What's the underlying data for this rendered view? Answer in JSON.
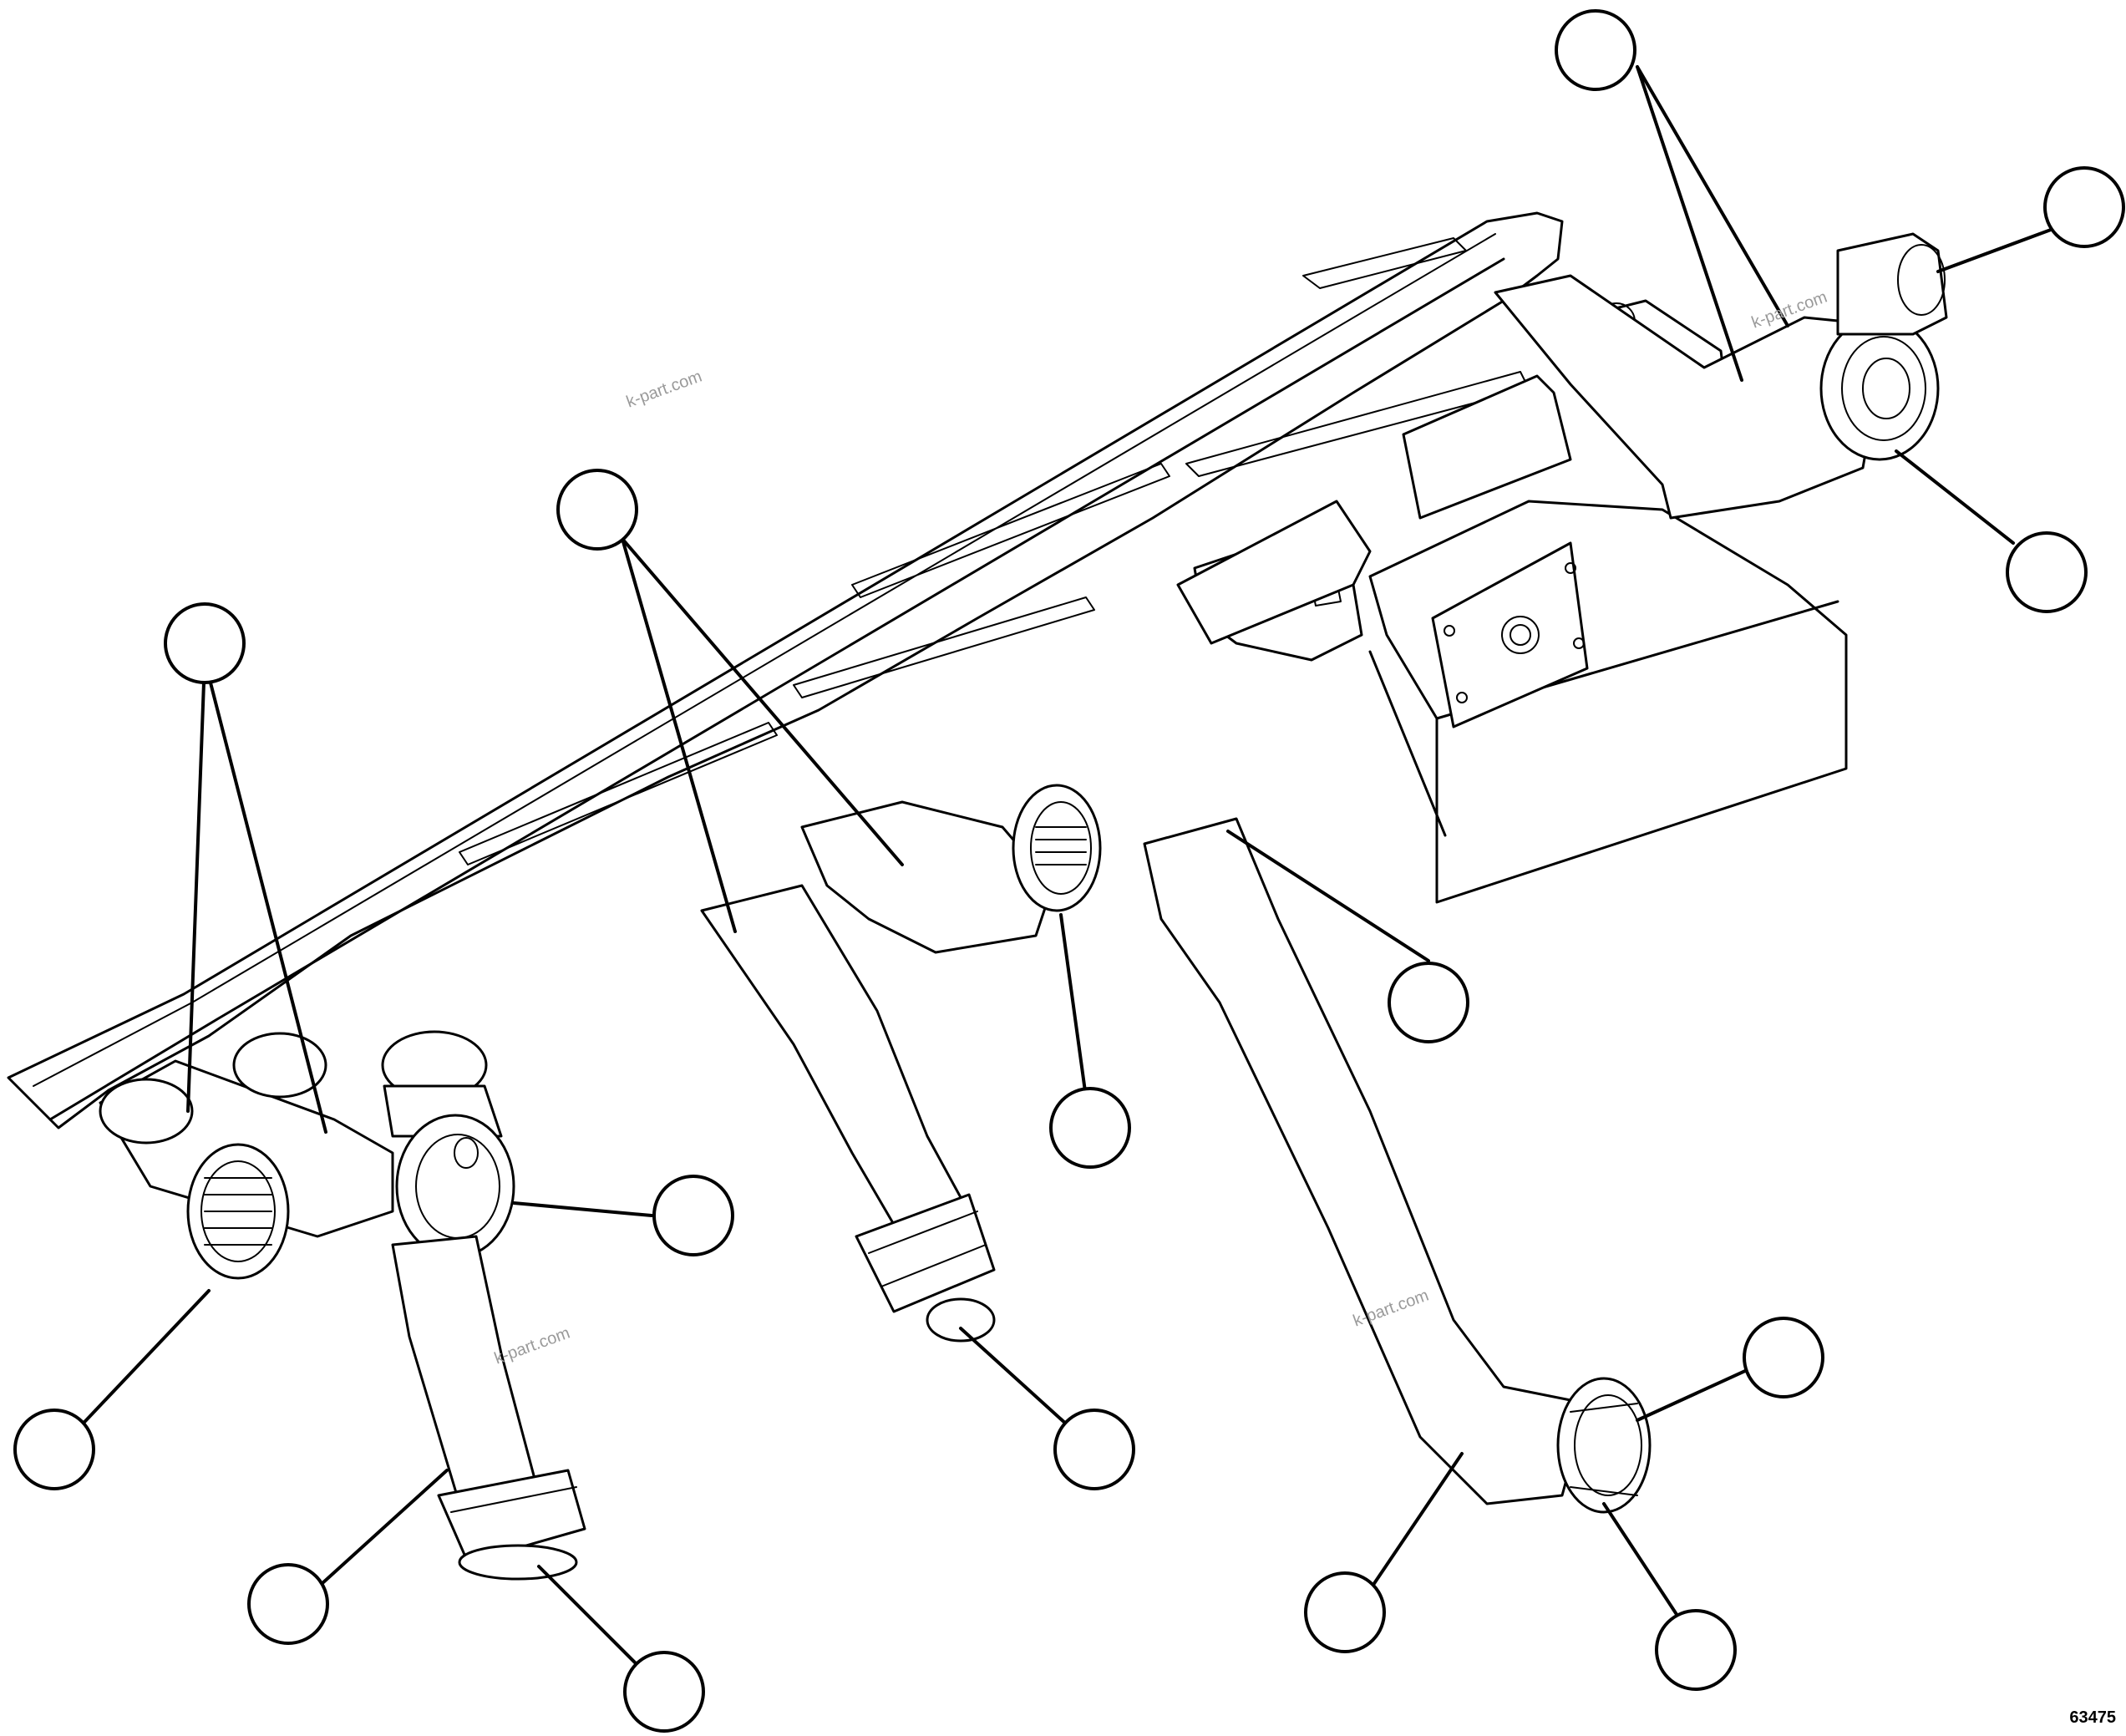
{
  "diagram": {
    "figure_number": "63475",
    "watermarks": [
      "k-part.com",
      "k-part.com",
      "k-part.com",
      "k-part.com"
    ],
    "callouts": [
      {
        "id": "c1"
      },
      {
        "id": "c2"
      },
      {
        "id": "c3"
      },
      {
        "id": "c4"
      },
      {
        "id": "c5"
      },
      {
        "id": "c6"
      },
      {
        "id": "c7"
      },
      {
        "id": "c8"
      },
      {
        "id": "c9"
      },
      {
        "id": "c10"
      },
      {
        "id": "c11"
      },
      {
        "id": "c12"
      },
      {
        "id": "c13"
      },
      {
        "id": "c14"
      },
      {
        "id": "c15"
      },
      {
        "id": "c16"
      }
    ],
    "line_color": "#000000",
    "background_color": "#ffffff"
  }
}
